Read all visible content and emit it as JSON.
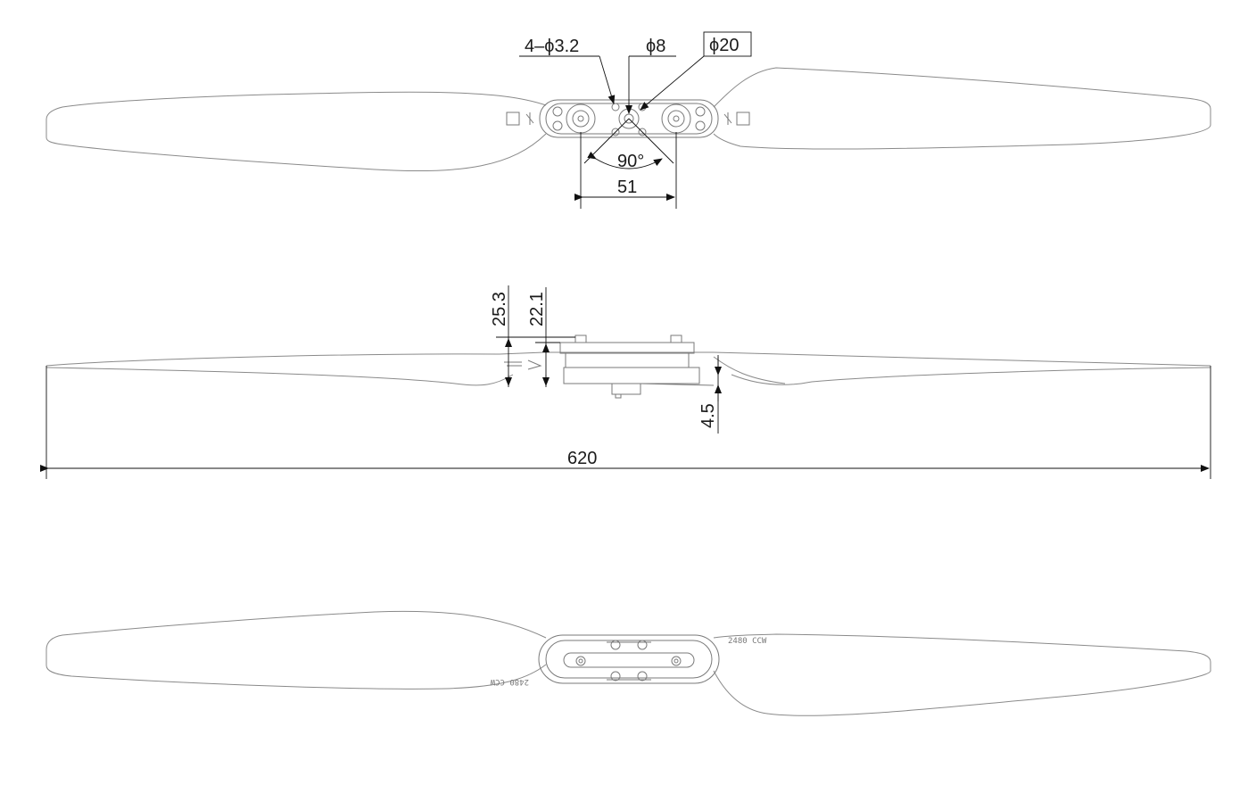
{
  "top_view": {
    "hole_pattern": "4–ϕ3.2",
    "center_hole": "ϕ8",
    "hub_diameter": "ϕ20",
    "angle": "90°",
    "hole_spacing": "51"
  },
  "side_view": {
    "height_total": "25.3",
    "height_hub": "22.1",
    "offset": "4.5",
    "span": "620"
  },
  "bottom_view": {
    "marking_right": "2480 CCW",
    "marking_left": "2480 CCW"
  }
}
